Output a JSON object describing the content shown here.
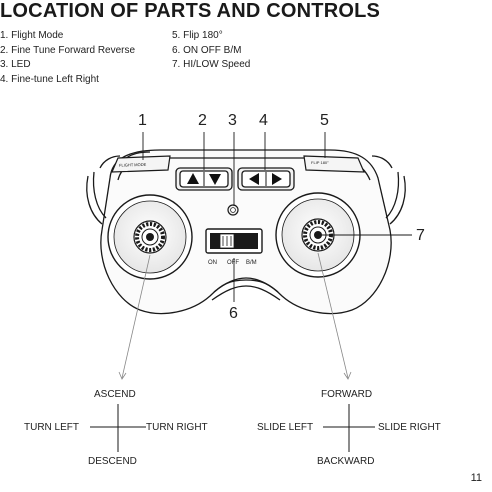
{
  "title": "LOCATION OF PARTS AND CONTROLS",
  "parts": {
    "left": [
      "1. Flight Mode",
      "2. Fine Tune Forward Reverse",
      "3. LED",
      "4. Fine-tune Left Right"
    ],
    "right": [
      "5. Flip 180°",
      "6. ON OFF B/M",
      "7. HI/LOW Speed"
    ]
  },
  "callouts": [
    "1",
    "2",
    "3",
    "4",
    "5",
    "6",
    "7"
  ],
  "controller": {
    "flight_mode_text": "FLIGHT MODE",
    "flip_text": "FLIP 180°",
    "switch_labels": [
      "ON",
      "OFF",
      "B/M"
    ]
  },
  "left_stick": {
    "up": "ASCEND",
    "down": "DESCEND",
    "left": "TURN LEFT",
    "right": "TURN RIGHT"
  },
  "right_stick": {
    "up": "FORWARD",
    "down": "BACKWARD",
    "left": "SLIDE LEFT",
    "right": "SLIDE RIGHT"
  },
  "page_number": "11"
}
